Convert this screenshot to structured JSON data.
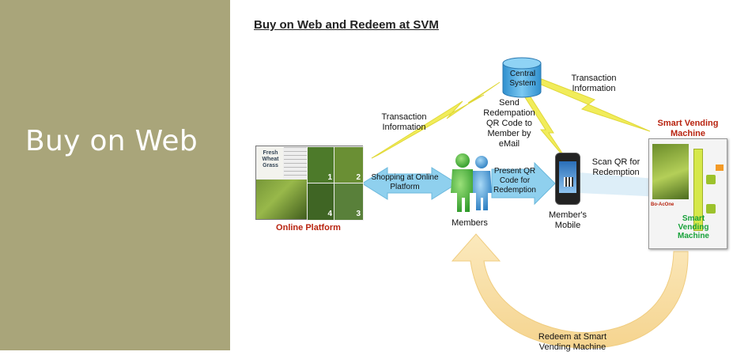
{
  "side_panel": {
    "title": "Buy on Web"
  },
  "slide": {
    "title": "Buy on Web and Redeem at SVM"
  },
  "central_system": {
    "line1": "Central",
    "line2": "System"
  },
  "labels": {
    "transaction_left_1": "Transaction",
    "transaction_left_2": "Information",
    "transaction_right_1": "Transaction",
    "transaction_right_2": "Information",
    "send_1": "Send",
    "send_2": "Redempation",
    "send_3": "QR Code to",
    "send_4": "Member by",
    "send_5": "eMail",
    "shopping_1": "Shopping at Online",
    "shopping_2": "Platform",
    "present_1": "Present QR",
    "present_2": "Code for",
    "present_3": "Redemption",
    "scan_1": "Scan QR for",
    "scan_2": "Redemption",
    "members": "Members",
    "mobile_1": "Member's",
    "mobile_2": "Mobile",
    "online_platform": "Online Platform",
    "svm_top_1": "Smart Vending",
    "svm_top_2": "Machine",
    "svm_green_1": "Smart",
    "svm_green_2": "Vending",
    "svm_green_3": "Machine",
    "redeem_1": "Redeem at Smart",
    "redeem_2": "Vending Machine"
  },
  "photo": {
    "brand_1": "Fresh",
    "brand_2": "Wheat",
    "brand_3": "Grass",
    "numbers": [
      "1",
      "2",
      "3",
      "4"
    ]
  },
  "vending_logo": "Bo-AcOne",
  "colors": {
    "panel": "#a9a57a",
    "arrow_blue": "#8fd0ee",
    "lightning": "#f1ec5a",
    "return_arrow": "#f9dfa1",
    "database": "#4aa9e0"
  }
}
